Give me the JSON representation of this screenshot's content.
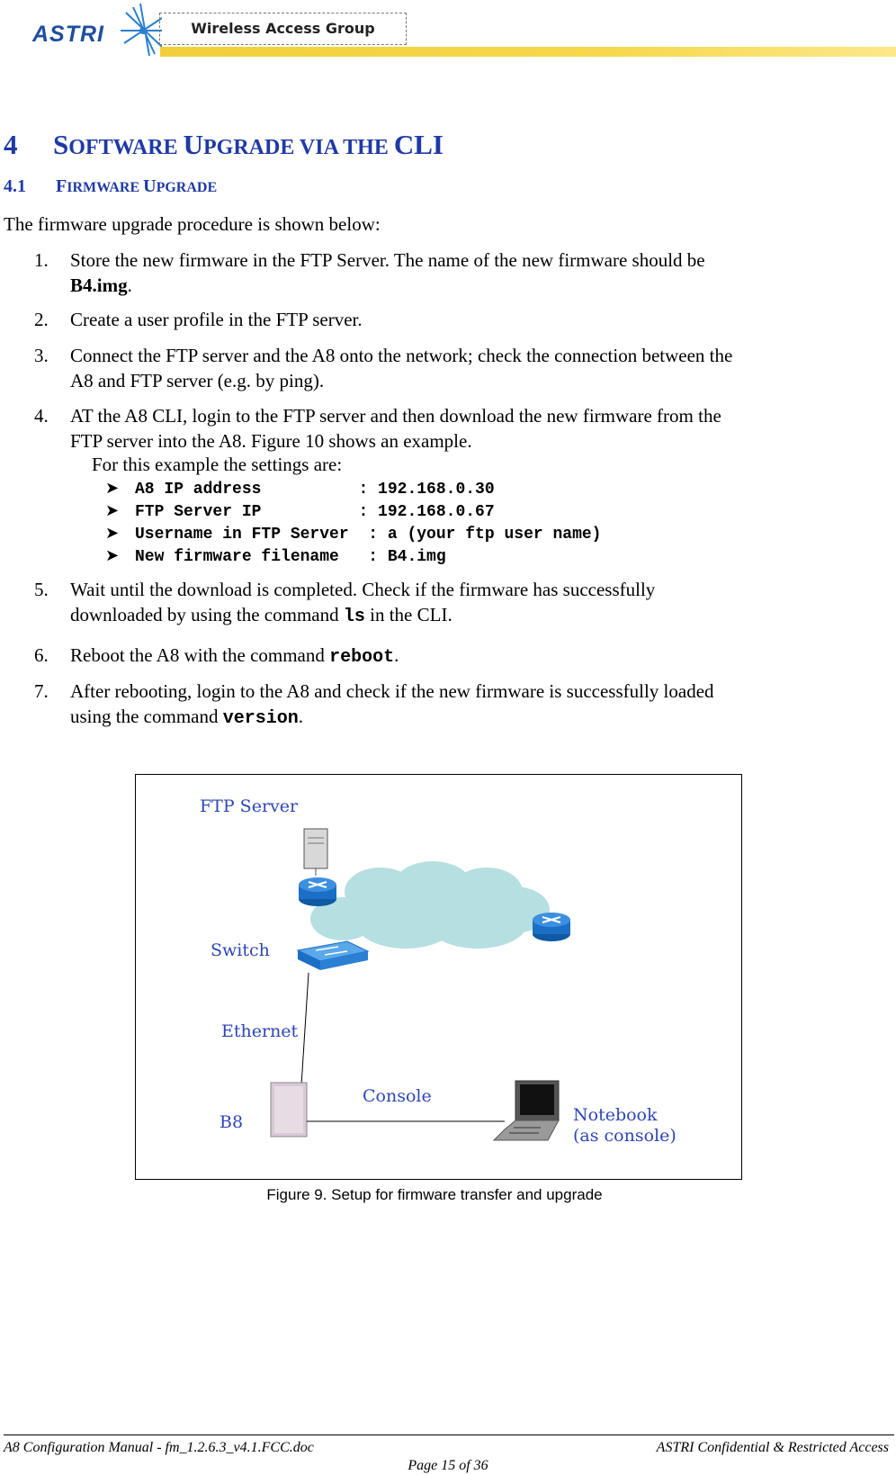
{
  "header": {
    "logo_text": "ASTRI",
    "group_label": "Wireless Access Group"
  },
  "section": {
    "number": "4",
    "title_first": "S",
    "title_rest1": "OFTWARE ",
    "title_U": "U",
    "title_rest2": "PGRADE VIA THE ",
    "title_end": "CLI"
  },
  "subsection": {
    "number": "4.1",
    "f": "F",
    "irmware": "IRMWARE ",
    "u": "U",
    "pgrade": "PGRADE"
  },
  "intro": "The firmware upgrade procedure is shown below:",
  "steps": [
    {
      "num": "1.",
      "line1": "Store the new firmware in the FTP Server. The name of the new firmware should be",
      "bold": "B4.img",
      "tail": "."
    },
    {
      "num": "2.",
      "text": "Create a user profile in the FTP server."
    },
    {
      "num": "3.",
      "line1": "Connect the FTP server and the A8 onto the network; check the connection between the",
      "line2": "A8 and FTP server (e.g. by ping)."
    },
    {
      "num": "4.",
      "line1": "AT the A8 CLI, login to the FTP server and then download the new firmware from the",
      "line2": "FTP server into the A8. Figure 10 shows an example."
    },
    {
      "num": "5.",
      "line1": "Wait until the download is completed. Check if the firmware has successfully",
      "line2_pre": "downloaded by using the command ",
      "code": "ls",
      "line2_post": " in the CLI."
    },
    {
      "num": "6.",
      "pre": "Reboot the A8 with the command ",
      "code": "reboot",
      "post": "."
    },
    {
      "num": "7.",
      "line1": "After rebooting, login to the A8 and check if the new firmware is successfully loaded",
      "line2_pre": "using the command ",
      "code": "version",
      "line2_post": "."
    }
  ],
  "settings_intro": "For this example the settings are:",
  "settings": [
    "A8 IP address          : 192.168.0.30",
    "FTP Server IP          : 192.168.0.67",
    "Username in FTP Server  : a (your ftp user name)",
    "New firmware filename   : B4.img"
  ],
  "diagram": {
    "ftp_server": "FTP Server",
    "switch": "Switch",
    "ethernet": "Ethernet",
    "console": "Console",
    "b8": "B8",
    "notebook": "Notebook",
    "as_console": "(as console)",
    "colors": {
      "label": "#2d46b8",
      "router": "#1b6fc4",
      "cloud": "#b5dfe0"
    }
  },
  "caption": "Figure 9. Setup for firmware transfer and upgrade",
  "footer": {
    "left": "A8 Configuration Manual - fm_1.2.6.3_v4.1.FCC.doc",
    "right": "ASTRI Confidential & Restricted Access",
    "page": "Page 15 of 36"
  }
}
